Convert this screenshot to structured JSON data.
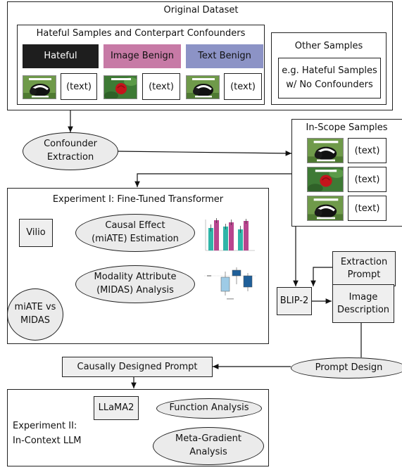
{
  "dataset": {
    "title": "Original Dataset",
    "hateful_group_title": "Hateful Samples and Conterpart Confounders",
    "cat_hateful": "Hateful",
    "cat_image_benign": "Image Benign",
    "cat_text_benign": "Text Benign",
    "text_label": "(text)",
    "other_title": "Other Samples",
    "other_desc": "e.g. Hateful Samples\nw/ No Confounders"
  },
  "confounder_extraction": "Confounder\nExtraction",
  "inscope": {
    "title": "In-Scope Samples",
    "text_label": "(text)"
  },
  "experiment1": {
    "title": "Experiment I: Fine-Tuned Transformer",
    "vilio": "Vilio",
    "causal": "Causal Effect\n(miATE) Estimation",
    "modality": "Modality Attribute\n(MIDAS) Analysis",
    "miate": "miATE vs\nMIDAS"
  },
  "extraction_prompt": "Extraction\nPrompt",
  "blip2": "BLIP-2",
  "image_description": "Image\nDescription",
  "prompt_design": "Prompt Design",
  "causally_designed_prompt": "Causally Designed Prompt",
  "experiment2": {
    "title": "Experiment II:\nIn-Context LLM",
    "llama": "LLaMA2",
    "function": "Function Analysis",
    "meta": "Meta-Gradient\nAnalysis"
  },
  "colors": {
    "hateful_bg": "#1e1e1e",
    "image_benign_bg": "#c77aa6",
    "text_benign_bg": "#8c93c6",
    "bar_teal": "#2fb5a8",
    "bar_magenta": "#b8458e",
    "box_fill": "#efefef",
    "ellipse_fill": "#ebebeb"
  },
  "icons": [
    "skunk-meme-thumbnail",
    "rose-meme-thumbnail",
    "bar-chart-thumbnail",
    "box-plot-thumbnail"
  ]
}
